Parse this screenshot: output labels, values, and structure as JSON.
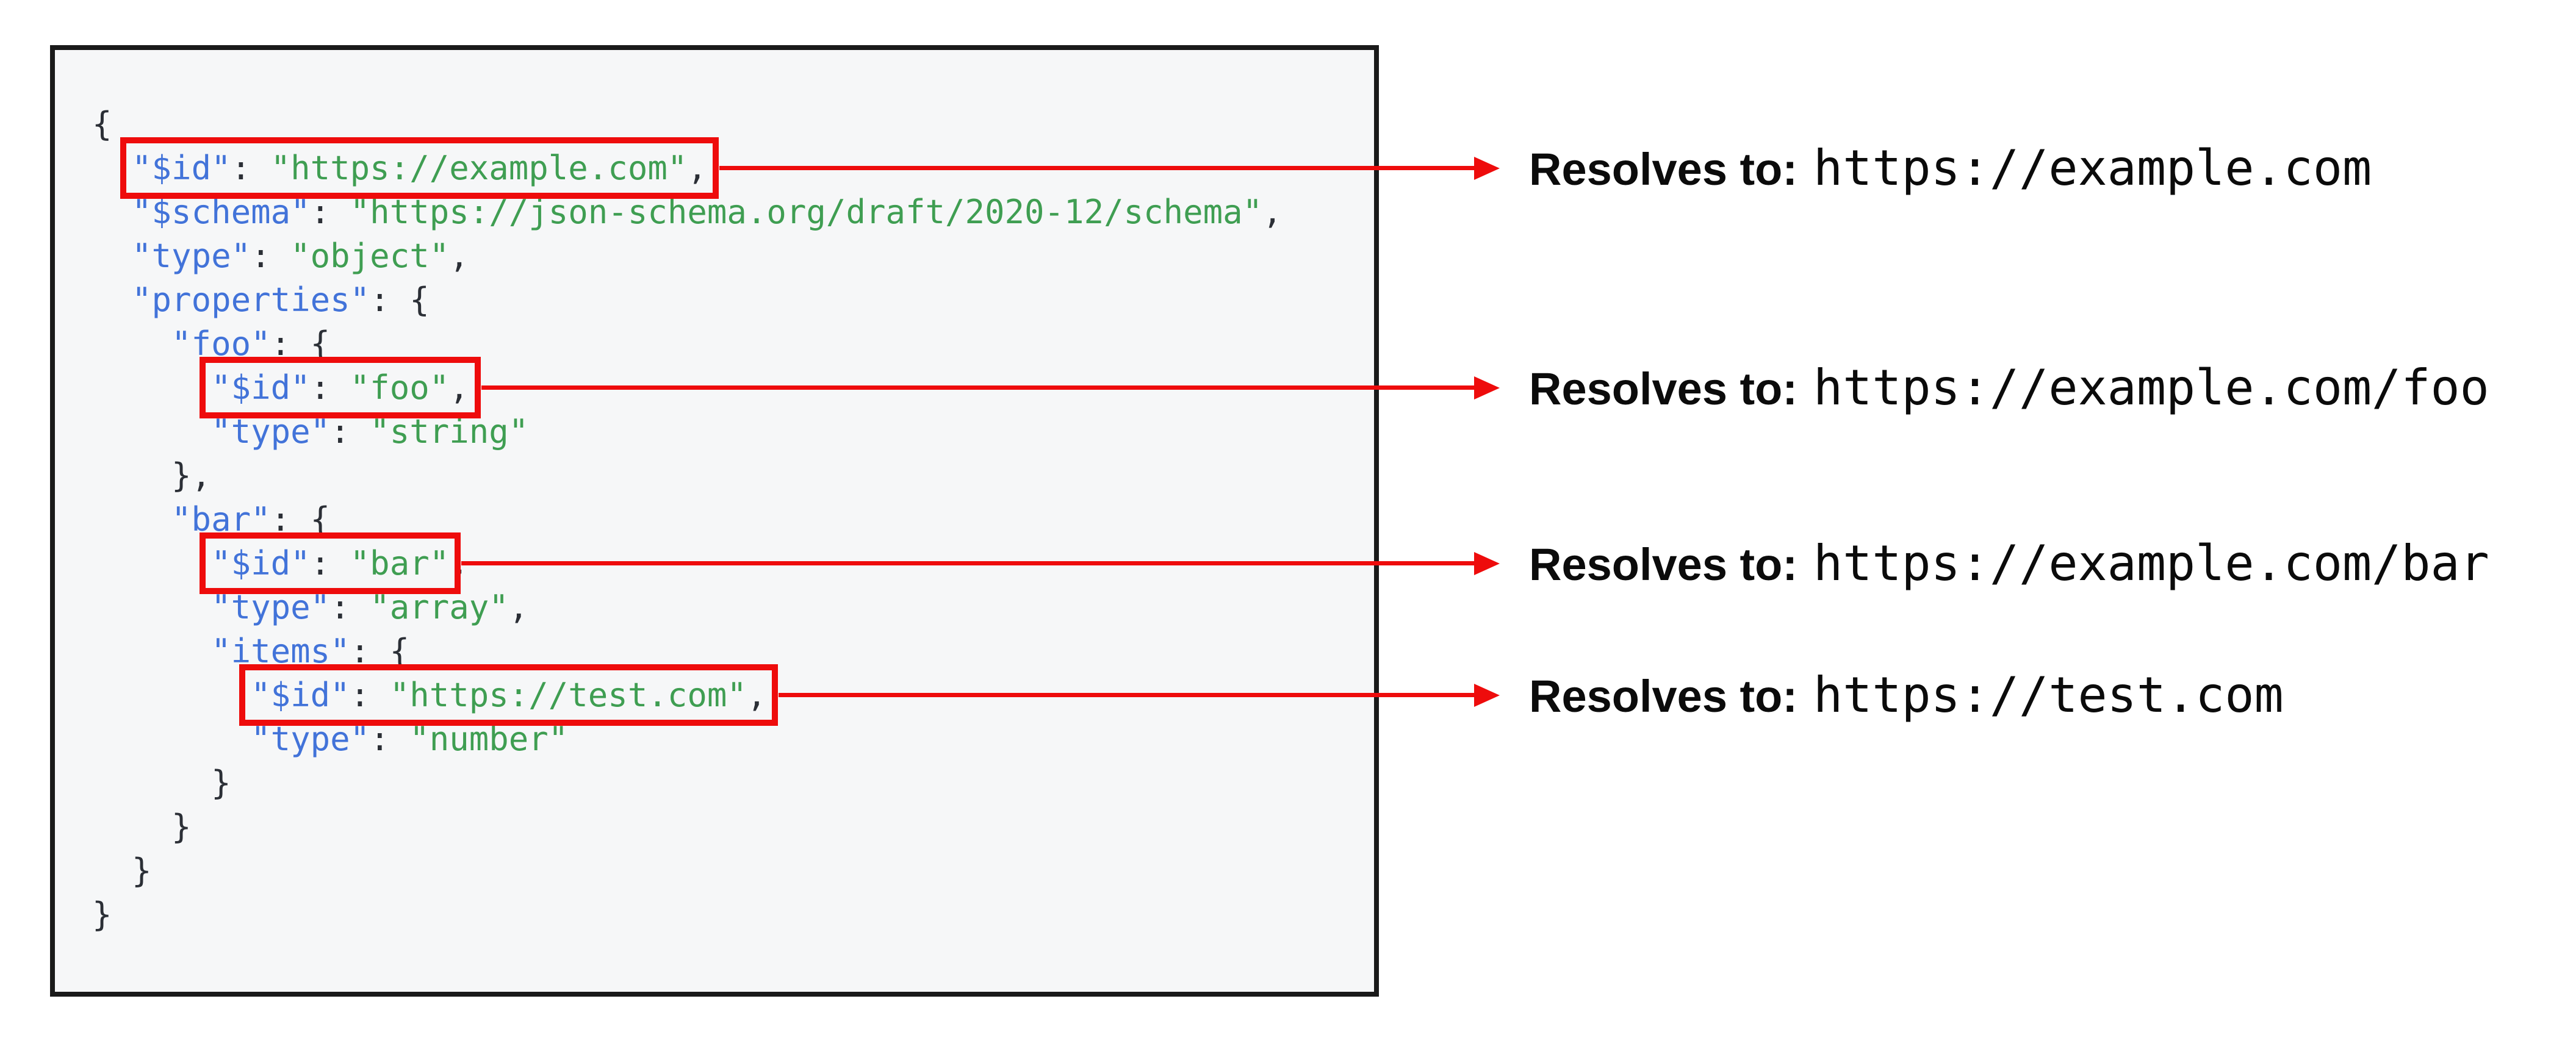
{
  "palette": {
    "accent_red": "#ee0c0c",
    "key_blue": "#4273d9",
    "string_green": "#3f9e52",
    "punct_dark": "#2b2f36",
    "code_bg": "#f6f7f8",
    "code_border": "#1a1a1a",
    "page_bg": "#ffffff",
    "annotation_black": "#0b0b0b"
  },
  "code_block": {
    "language": "json",
    "lines": [
      [
        {
          "t": "{",
          "c": "p"
        }
      ],
      [
        {
          "t": "  ",
          "c": "p"
        },
        {
          "box": 1,
          "tokens": [
            {
              "t": "\"$id\"",
              "c": "k"
            },
            {
              "t": ": ",
              "c": "p"
            },
            {
              "t": "\"https://example.com\"",
              "c": "s"
            },
            {
              "t": ",",
              "c": "p"
            }
          ]
        }
      ],
      [
        {
          "t": "  ",
          "c": "p"
        },
        {
          "t": "\"$schema\"",
          "c": "k"
        },
        {
          "t": ": ",
          "c": "p"
        },
        {
          "t": "\"https://json-schema.org/draft/2020-12/schema\"",
          "c": "s"
        },
        {
          "t": ",",
          "c": "p"
        }
      ],
      [
        {
          "t": "  ",
          "c": "p"
        },
        {
          "t": "\"type\"",
          "c": "k"
        },
        {
          "t": ": ",
          "c": "p"
        },
        {
          "t": "\"object\"",
          "c": "s"
        },
        {
          "t": ",",
          "c": "p"
        }
      ],
      [
        {
          "t": "  ",
          "c": "p"
        },
        {
          "t": "\"properties\"",
          "c": "k"
        },
        {
          "t": ": {",
          "c": "p"
        }
      ],
      [
        {
          "t": "    ",
          "c": "p"
        },
        {
          "t": "\"foo\"",
          "c": "k"
        },
        {
          "t": ": {",
          "c": "p"
        }
      ],
      [
        {
          "t": "      ",
          "c": "p"
        },
        {
          "box": 2,
          "tokens": [
            {
              "t": "\"$id\"",
              "c": "k"
            },
            {
              "t": ": ",
              "c": "p"
            },
            {
              "t": "\"foo\"",
              "c": "s"
            },
            {
              "t": ",",
              "c": "p"
            }
          ]
        }
      ],
      [
        {
          "t": "      ",
          "c": "p"
        },
        {
          "t": "\"type\"",
          "c": "k"
        },
        {
          "t": ": ",
          "c": "p"
        },
        {
          "t": "\"string\"",
          "c": "s"
        }
      ],
      [
        {
          "t": "    },",
          "c": "p"
        }
      ],
      [
        {
          "t": "    ",
          "c": "p"
        },
        {
          "t": "\"bar\"",
          "c": "k"
        },
        {
          "t": ": {",
          "c": "p"
        }
      ],
      [
        {
          "t": "      ",
          "c": "p"
        },
        {
          "box": 3,
          "tokens": [
            {
              "t": "\"$id\"",
              "c": "k"
            },
            {
              "t": ": ",
              "c": "p"
            },
            {
              "t": "\"bar\"",
              "c": "s"
            }
          ]
        },
        {
          "t": ",",
          "c": "p"
        }
      ],
      [
        {
          "t": "      ",
          "c": "p"
        },
        {
          "t": "\"type\"",
          "c": "k"
        },
        {
          "t": ": ",
          "c": "p"
        },
        {
          "t": "\"array\"",
          "c": "s"
        },
        {
          "t": ",",
          "c": "p"
        }
      ],
      [
        {
          "t": "      ",
          "c": "p"
        },
        {
          "t": "\"items\"",
          "c": "k"
        },
        {
          "t": ": {",
          "c": "p"
        }
      ],
      [
        {
          "t": "        ",
          "c": "p"
        },
        {
          "box": 4,
          "tokens": [
            {
              "t": "\"$id\"",
              "c": "k"
            },
            {
              "t": ": ",
              "c": "p"
            },
            {
              "t": "\"https://test.com\"",
              "c": "s"
            },
            {
              "t": ",",
              "c": "p"
            }
          ]
        }
      ],
      [
        {
          "t": "        ",
          "c": "p"
        },
        {
          "t": "\"type\"",
          "c": "k"
        },
        {
          "t": ": ",
          "c": "p"
        },
        {
          "t": "\"number\"",
          "c": "s"
        }
      ],
      [
        {
          "t": "      }",
          "c": "p"
        }
      ],
      [
        {
          "t": "    }",
          "c": "p"
        }
      ],
      [
        {
          "t": "  }",
          "c": "p"
        }
      ],
      [
        {
          "t": "}",
          "c": "p"
        }
      ]
    ]
  },
  "annotations": [
    {
      "label": "Resolves to:",
      "url": "https://example.com"
    },
    {
      "label": "Resolves to:",
      "url": "https://example.com/foo"
    },
    {
      "label": "Resolves to:",
      "url": "https://example.com/bar"
    },
    {
      "label": "Resolves to:",
      "url": "https://test.com"
    }
  ]
}
